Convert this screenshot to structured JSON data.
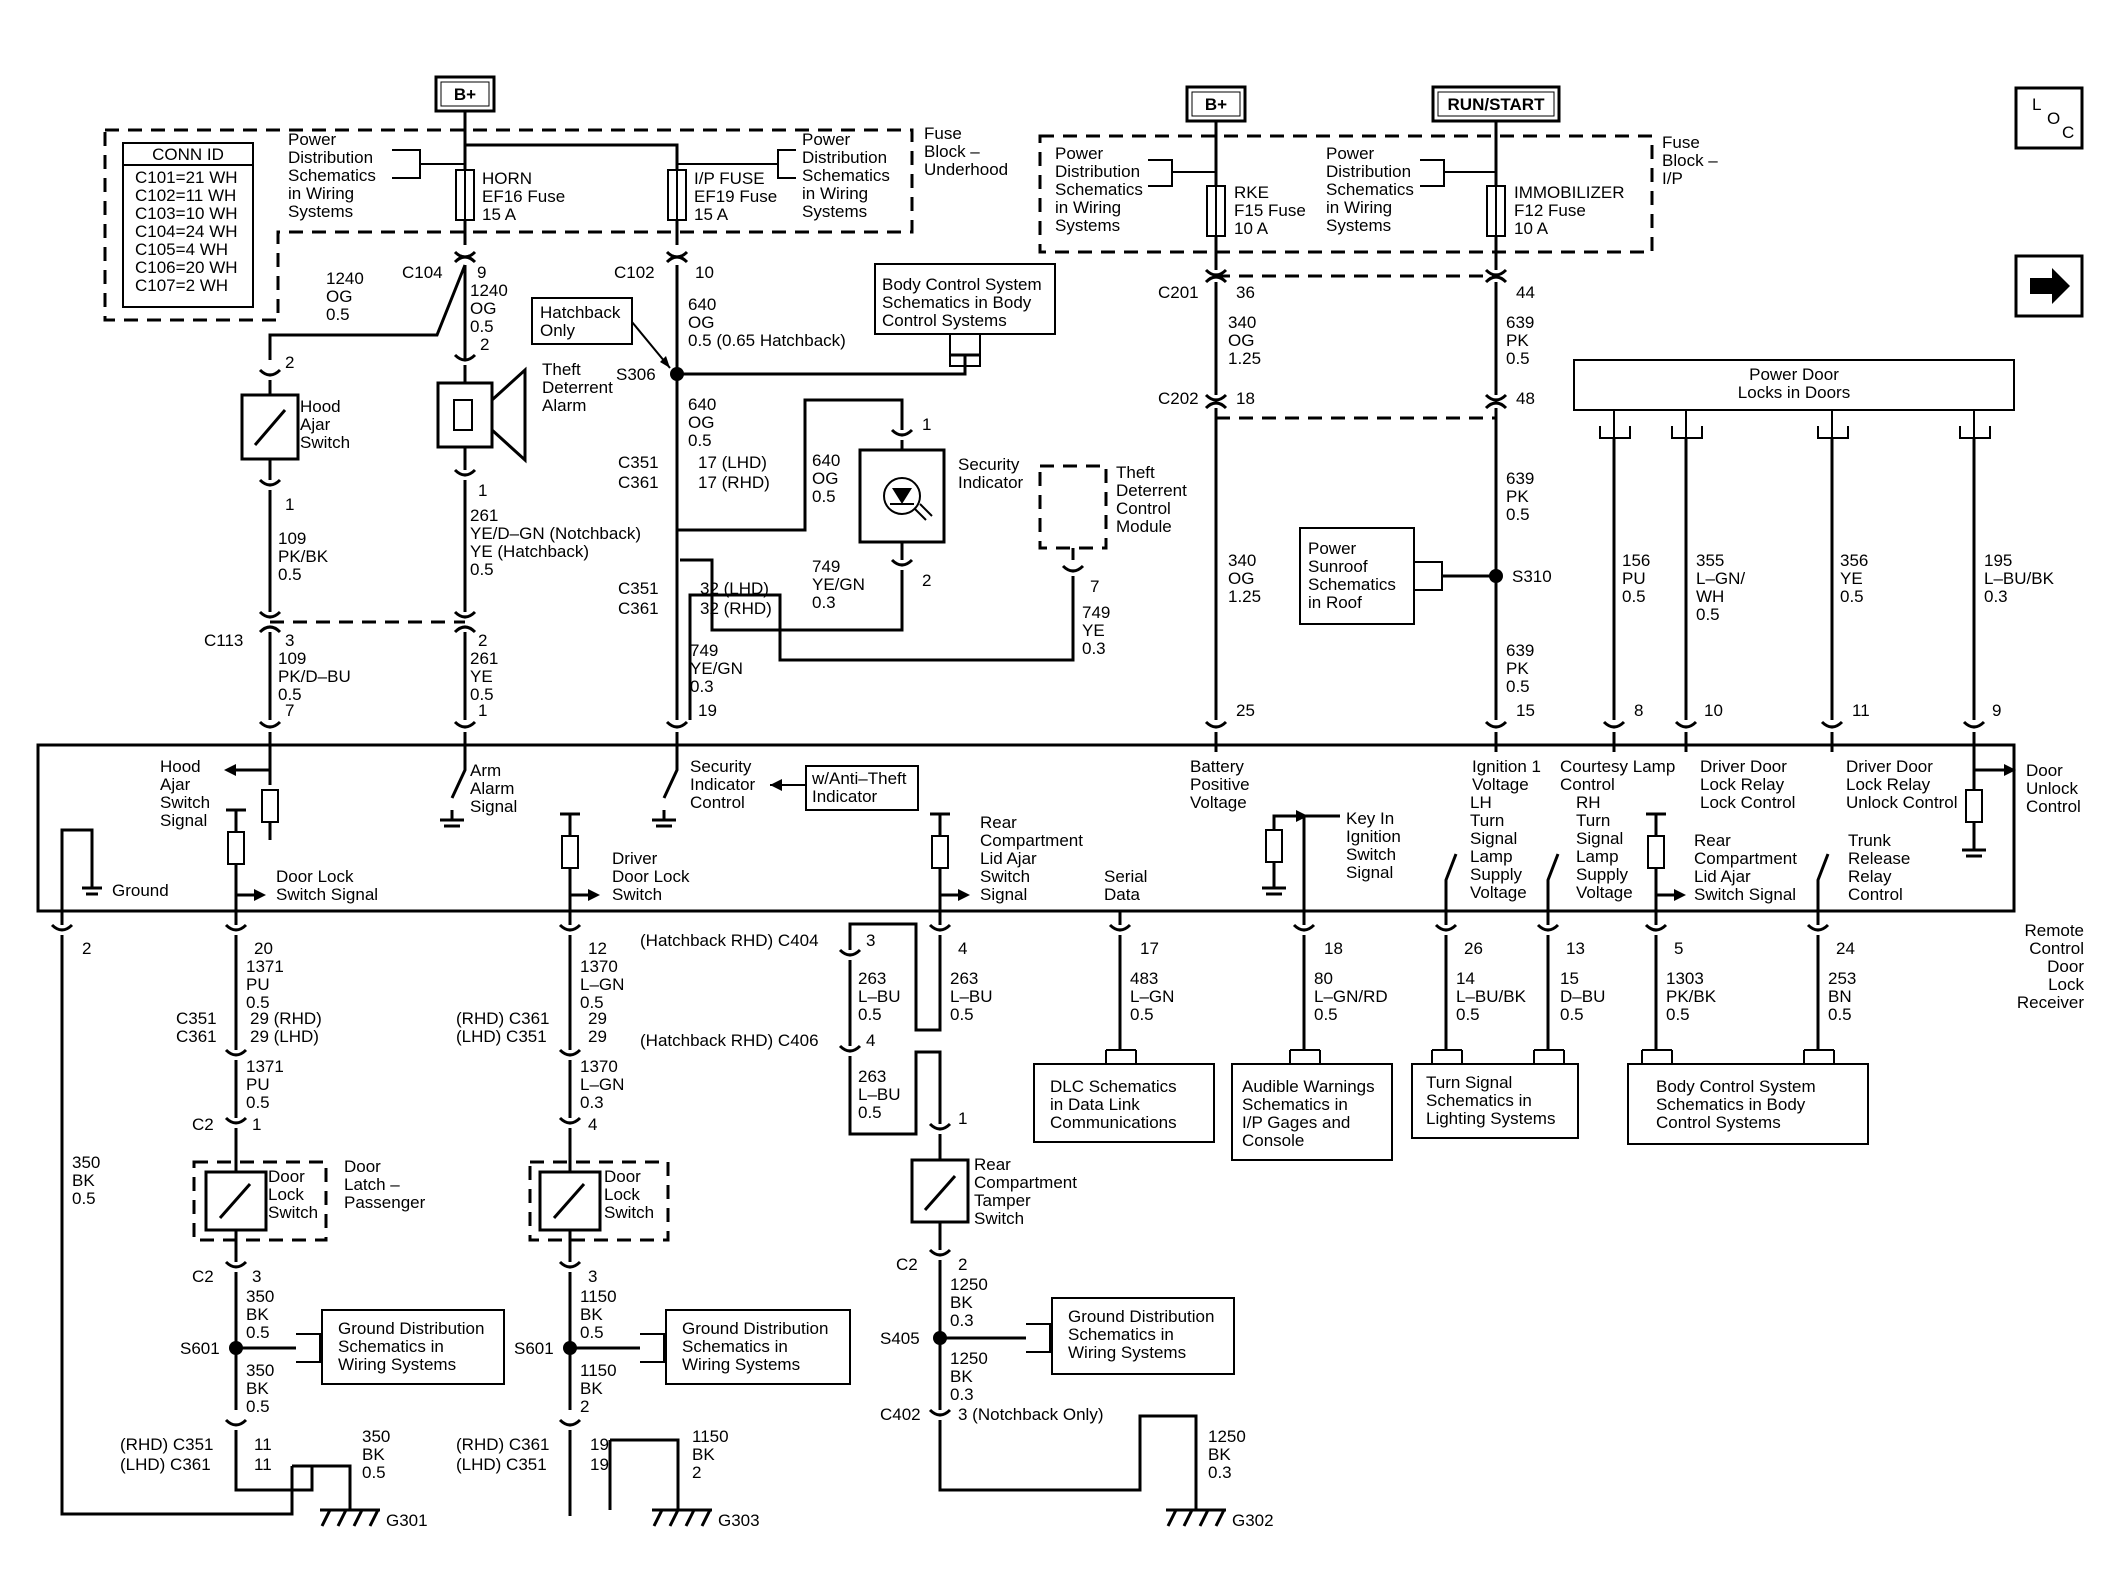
{
  "power": {
    "b_plus": "B+",
    "run_start": "RUN/START"
  },
  "nav": {
    "loc_l": "L",
    "loc_o": "O",
    "loc_c": "C"
  },
  "conn_id": {
    "title": "CONN ID",
    "lines": [
      "C101=21 WH",
      "C102=11 WH",
      "C103=10 WH",
      "C104=24 WH",
      "C105=4 WH",
      "C106=20 WH",
      "C107=2 WH"
    ]
  },
  "fuse_block_underhood": [
    "Fuse",
    "Block –",
    "Underhood"
  ],
  "fuse_block_ip": [
    "Fuse",
    "Block –",
    "I/P"
  ],
  "power_dist": [
    "Power",
    "Distribution",
    "Schematics",
    "in Wiring",
    "Systems"
  ],
  "fuses": {
    "horn": [
      "HORN",
      "EF16 Fuse",
      "15 A"
    ],
    "ip": [
      "I/P FUSE",
      "EF19 Fuse",
      "15 A"
    ],
    "rke": [
      "RKE",
      "F15 Fuse",
      "10 A"
    ],
    "immobilizer": [
      "IMMOBILIZER",
      "F12 Fuse",
      "10 A"
    ]
  },
  "connectors": {
    "c104": "C104",
    "c102": "C102",
    "c201": "C201",
    "c202": "C202",
    "c113": "C113",
    "c351": "C351",
    "c361": "C361",
    "c2": "C2",
    "c404": "(Hatchback RHD) C404",
    "c406": "(Hatchback RHD) C406",
    "c402": "C402",
    "rhd_c351": "(RHD) C351",
    "lhd_c361": "(LHD) C361",
    "rhd_c361": "(RHD) C361",
    "lhd_c351": "(LHD) C351"
  },
  "splices": {
    "s306": "S306",
    "s310": "S310",
    "s601": "S601",
    "s405": "S405"
  },
  "grounds": {
    "g301": "G301",
    "g303": "G303",
    "g302": "G302"
  },
  "notes": {
    "hatchback_only": [
      "Hatchback",
      "Only"
    ],
    "bcs_top": [
      "Body Control System",
      "Schematics in Body",
      "Control Systems"
    ],
    "power_sunroof": [
      "Power",
      "Sunroof",
      "Schematics",
      "in Roof"
    ],
    "power_door_locks": [
      "Power Door",
      "Locks in Doors"
    ],
    "anti_theft": [
      "w/Anti–Theft",
      "Indicator"
    ],
    "dlc": [
      "DLC Schematics",
      "in Data Link",
      "Communications"
    ],
    "audible": [
      "Audible Warnings",
      "Schematics in",
      "I/P Gages and",
      "Console"
    ],
    "turn_signal": [
      "Turn Signal",
      "Schematics in",
      "Lighting Systems"
    ],
    "bcs_bottom": [
      "Body Control System",
      "Schematics in Body",
      "Control Systems"
    ],
    "ground_dist": [
      "Ground Distribution",
      "Schematics in",
      "Wiring Systems"
    ]
  },
  "components": {
    "hood_ajar_switch": [
      "Hood",
      "Ajar",
      "Switch"
    ],
    "theft_alarm": [
      "Theft",
      "Deterrent",
      "Alarm"
    ],
    "security_indicator": [
      "Security",
      "Indicator"
    ],
    "theft_module": [
      "Theft",
      "Deterrent",
      "Control",
      "Module"
    ],
    "door_lock_switch": [
      "Door",
      "Lock",
      "Switch"
    ],
    "door_latch_passenger": [
      "Door",
      "Latch –",
      "Passenger"
    ],
    "rear_tamper": [
      "Rear",
      "Compartment",
      "Tamper",
      "Switch"
    ],
    "receiver": [
      "Remote",
      "Control",
      "Door",
      "Lock",
      "Receiver"
    ]
  },
  "module_labels": {
    "hood_ajar_signal": [
      "Hood",
      "Ajar",
      "Switch",
      "Signal"
    ],
    "arm_alarm": [
      "Arm",
      "Alarm",
      "Signal"
    ],
    "security_ctrl": [
      "Security",
      "Indicator",
      "Control"
    ],
    "battery": [
      "Battery",
      "Positive",
      "Voltage"
    ],
    "ignition": [
      "Ignition 1",
      "Voltage"
    ],
    "courtesy": [
      "Courtesy Lamp",
      "Control"
    ],
    "drv_lock_relay": [
      "Driver Door",
      "Lock Relay",
      "Lock Control"
    ],
    "drv_unlock_relay": [
      "Driver Door",
      "Lock Relay",
      "Unlock Control"
    ],
    "door_unlock": [
      "Door",
      "Unlock",
      "Control"
    ],
    "ground": "Ground",
    "door_lock_switch_signal": [
      "Door Lock",
      "Switch Signal"
    ],
    "driver_door_lock_switch": [
      "Driver",
      "Door Lock",
      "Switch"
    ],
    "rear_lid_ajar": [
      "Rear",
      "Compartment",
      "Lid Ajar",
      "Switch",
      "Signal"
    ],
    "serial_data": [
      "Serial",
      "Data"
    ],
    "key_in_ign": [
      "Key In",
      "Ignition",
      "Switch",
      "Signal"
    ],
    "lh_turn": [
      "LH",
      "Turn",
      "Signal",
      "Lamp",
      "Supply",
      "Voltage"
    ],
    "rh_turn": [
      "RH",
      "Turn",
      "Signal",
      "Lamp",
      "Supply",
      "Voltage"
    ],
    "rear_lid_ajar2": [
      "Rear",
      "Compartment",
      "Lid Ajar",
      "Switch Signal"
    ],
    "trunk_release": [
      "Trunk",
      "Release",
      "Relay",
      "Control"
    ]
  },
  "wires": {
    "w1240a": [
      "1240",
      "OG",
      "0.5"
    ],
    "w1240b": [
      "1240",
      "OG",
      "0.5"
    ],
    "w640a": [
      "640",
      "OG",
      "0.5 (0.65 Hatchback)"
    ],
    "w640b": [
      "640",
      "OG",
      "0.5"
    ],
    "w640c": [
      "640",
      "OG",
      "0.5"
    ],
    "w109a": [
      "109",
      "PK/BK",
      "0.5"
    ],
    "w261a": [
      "261",
      "YE/D–GN (Notchback)",
      "YE (Hatchback)",
      "0.5"
    ],
    "w109b": [
      "109",
      "PK/D–BU",
      "0.5"
    ],
    "w261b": [
      "261",
      "YE",
      "0.5"
    ],
    "w749a": [
      "749",
      "YE/GN",
      "0.3"
    ],
    "w749b": [
      "749",
      "YE/GN",
      "0.3"
    ],
    "w749c": [
      "749",
      "YE",
      "0.3"
    ],
    "w340a": [
      "340",
      "OG",
      "1.25"
    ],
    "w340b": [
      "340",
      "OG",
      "1.25"
    ],
    "w639a": [
      "639",
      "PK",
      "0.5"
    ],
    "w639b": [
      "639",
      "PK",
      "0.5"
    ],
    "w639c": [
      "639",
      "PK",
      "0.5"
    ],
    "w156": [
      "156",
      "PU",
      "0.5"
    ],
    "w355": [
      "355",
      "L–GN/",
      "WH",
      "0.5"
    ],
    "w356": [
      "356",
      "YE",
      "0.5"
    ],
    "w195": [
      "195",
      "L–BU/BK",
      "0.3"
    ],
    "w1371a": [
      "1371",
      "PU",
      "0.5"
    ],
    "w1371b": [
      "1371",
      "PU",
      "0.5"
    ],
    "w1370a": [
      "1370",
      "L–GN",
      "0.5"
    ],
    "w1370b": [
      "1370",
      "L–GN",
      "0.3"
    ],
    "w263a": [
      "263",
      "L–BU",
      "0.5"
    ],
    "w263b": [
      "263",
      "L–BU",
      "0.5"
    ],
    "w263c": [
      "263",
      "L–BU",
      "0.5"
    ],
    "w483": [
      "483",
      "L–GN",
      "0.5"
    ],
    "w80": [
      "80",
      "L–GN/RD",
      "0.5"
    ],
    "w14": [
      "14",
      "L–BU/BK",
      "0.5"
    ],
    "w15": [
      "15",
      "D–BU",
      "0.5"
    ],
    "w1303": [
      "1303",
      "PK/BK",
      "0.5"
    ],
    "w253": [
      "253",
      "BN",
      "0.5"
    ],
    "w350gnd": [
      "350",
      "BK",
      "0.5"
    ],
    "w350a": [
      "350",
      "BK",
      "0.5"
    ],
    "w350b": [
      "350",
      "BK",
      "0.5"
    ],
    "w350c": [
      "350",
      "BK",
      "0.5"
    ],
    "w1150a": [
      "1150",
      "BK",
      "0.5"
    ],
    "w1150b": [
      "1150",
      "BK",
      "2"
    ],
    "w1150c": [
      "1150",
      "BK",
      "2"
    ],
    "w1250a": [
      "1250",
      "BK",
      "0.3"
    ],
    "w1250b": [
      "1250",
      "BK",
      "0.3"
    ],
    "w1250c": [
      "1250",
      "BK",
      "0.3"
    ]
  },
  "pins": {
    "p9": "9",
    "p10": "10",
    "p2a": "2",
    "p2b": "2",
    "p1a": "1",
    "p1b": "1",
    "p1c": "1",
    "p2c": "2",
    "p7": "7",
    "p36": "36",
    "p44": "44",
    "p18": "18",
    "p48": "48",
    "p17lhd": "17 (LHD)",
    "p17rhd": "17 (RHD)",
    "p32lhd": "32 (LHD)",
    "p32rhd": "32 (RHD)",
    "p3": "3",
    "p2d": "2",
    "p7b": "7",
    "p1d": "1",
    "p25": "25",
    "p15": "15",
    "p8": "8",
    "p10b": "10",
    "p11": "11",
    "p9b": "9",
    "p19": "19",
    "p2g": "2",
    "p20": "20",
    "p12": "12",
    "p4": "4",
    "p17": "17",
    "p18b": "18",
    "p26": "26",
    "p13": "13",
    "p5": "5",
    "p24": "24",
    "p29rhd": "29 (RHD)",
    "p29lhd": "29 (LHD)",
    "p29a": "29",
    "p29b": "29",
    "p1e": "1",
    "p4b": "4",
    "p3b": "3",
    "p4c": "4",
    "p1f": "1",
    "p3c": "3",
    "p3d": "3",
    "p11a": "11",
    "p11b": "11",
    "p19a": "19",
    "p19b": "19",
    "p2h": "2",
    "p3notch": "3 (Notchback Only)"
  }
}
